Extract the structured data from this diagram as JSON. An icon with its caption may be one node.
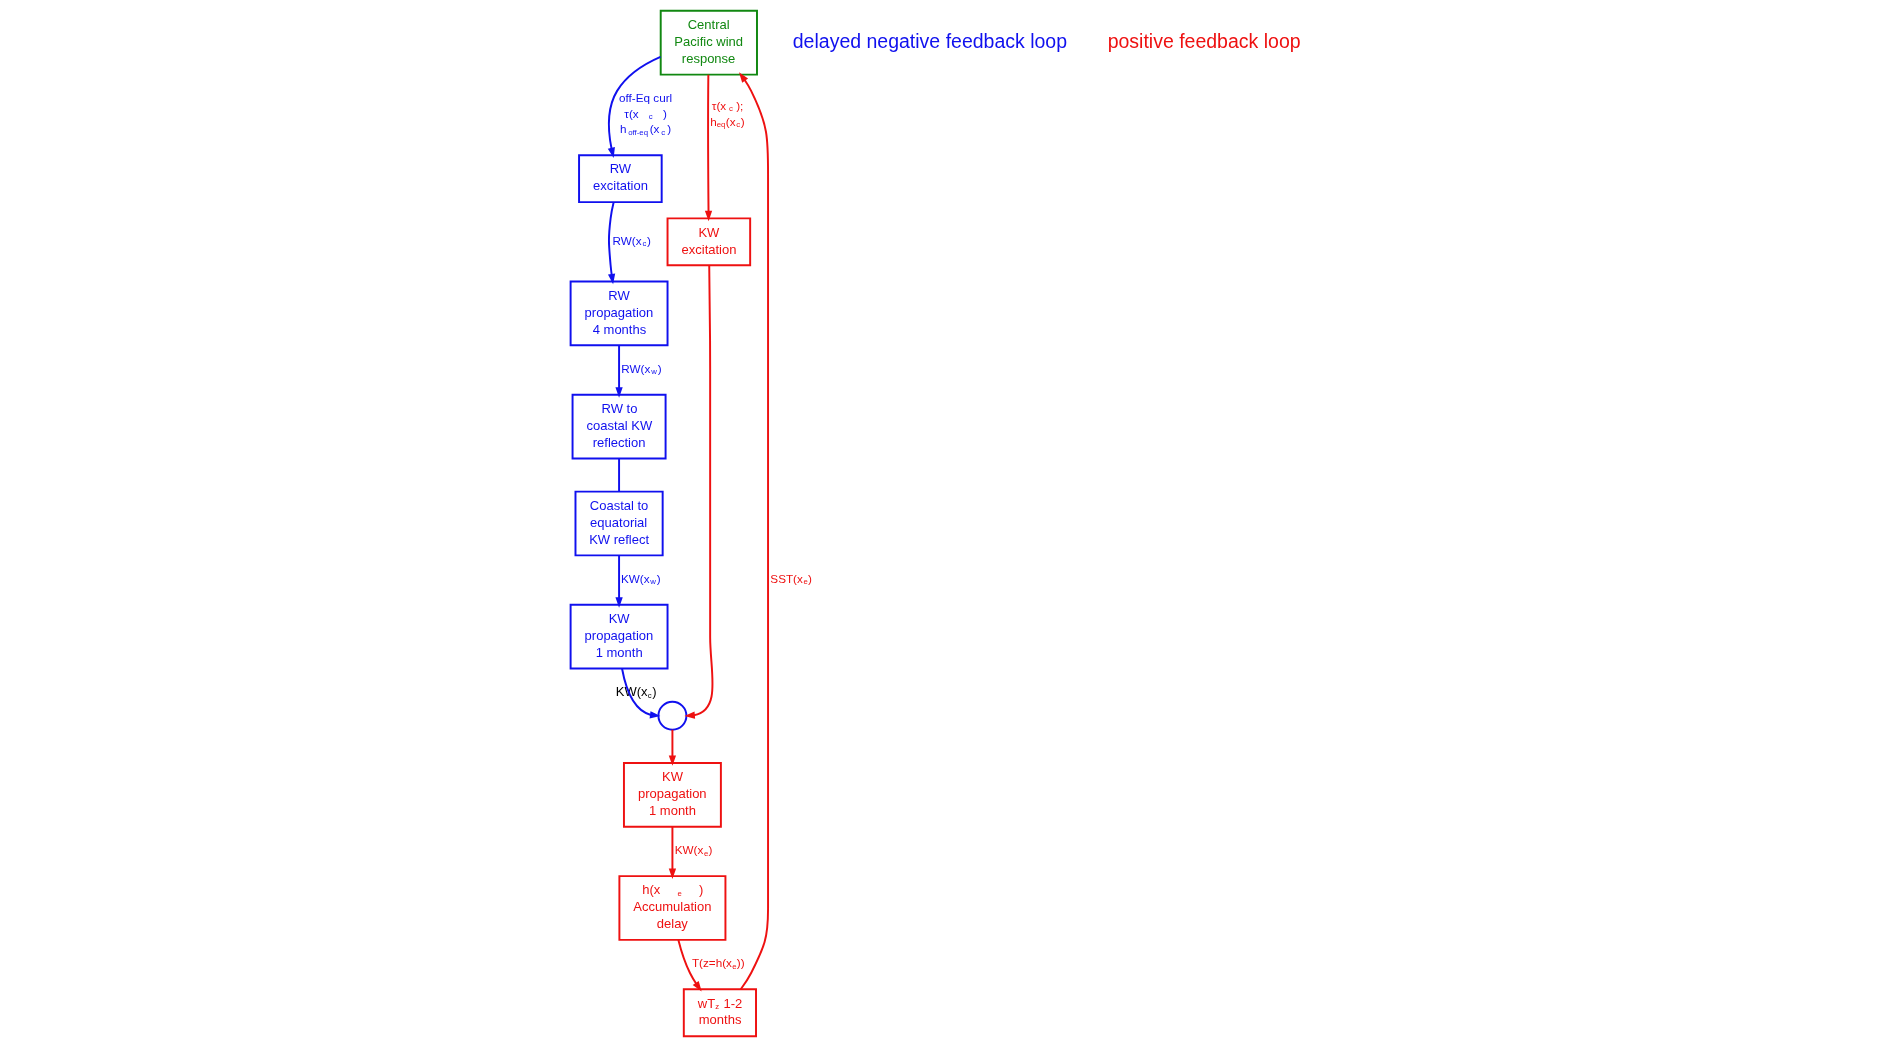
{
  "diagram": {
    "nodes": [
      {
        "text": [
          "Central Pacific wind response"
        ]
      },
      {
        "text": [
          "RW excitation"
        ]
      },
      {
        "text": [
          "RW propagation 4 months"
        ]
      },
      {
        "text": [
          "RW to coastal KW reflection"
        ]
      },
      {
        "text": [
          "Coastal to equatorial KW reflect"
        ]
      },
      {
        "text": [
          "KW propagation 1 month"
        ]
      },
      {
        "text": [],
        "shape": "circle",
        "beside": [
          "KW(x$_{c}$)"
        ]
      },
      {
        "text": [
          "KW propagation 1 month"
        ]
      },
      {
        "text": [
          "h(x$_{e}$) Accumulation delay"
        ]
      },
      {
        "text": [
          "wT$_{z}$ 1-2 months"
        ]
      },
      {
        "text": [
          "KW excitation"
        ]
      }
    ],
    "edges": [
      {
        "from": 0,
        "to": 1,
        "arrow": "to",
        "label": "off-Eq curl τ(x$_{c}$) h$_{off-eq}$(x$_{c}$)",
        "color": "#1010ee"
      },
      {
        "from": 1,
        "to": 2,
        "arrow": "to",
        "label": "RW(x$_{c}$)",
        "color": "#1010ee"
      },
      {
        "from": 2,
        "to": 3,
        "arrow": "to",
        "label": "RW(x$_{w}$)",
        "color": "#1010ee"
      },
      {
        "from": 3,
        "to": 4,
        "arrow": "none",
        "color": "#1010ee"
      },
      {
        "from": 4,
        "to": 5,
        "arrow": "to",
        "label": "KW(x$_{w}$)",
        "color": "#1010ee"
      },
      {
        "from": 5,
        "to": 6,
        "arrow": "to",
        "color": "#1010ee"
      },
      {
        "from": 6,
        "to": 7,
        "arrow": "to",
        "color": "#ee1111"
      },
      {
        "from": 7,
        "to": 8,
        "arrow": "to",
        "label": "KW(x$_{e}$)",
        "color": "#ee1111"
      },
      {
        "from": 8,
        "to": 9,
        "arrow": "to",
        "label": "T(z=h(x$_{e}$))",
        "color": "#ee1111"
      },
      {
        "from": 9,
        "to": 0,
        "arrow": "to",
        "label": "SST(x$_{e}$)",
        "color": "#ee1111"
      },
      {
        "from": 0,
        "to": 10,
        "arrow": "to",
        "label": "τ(x$_{c}$); h$_{eq}$(x$_{c}$)",
        "color": "#ee1111"
      },
      {
        "from": 10,
        "to": 6,
        "arrow": "to",
        "color": "#ee1111"
      }
    ],
    "labels": [
      "delayed negative feedback loop",
      "positive feedback loop"
    ]
  }
}
